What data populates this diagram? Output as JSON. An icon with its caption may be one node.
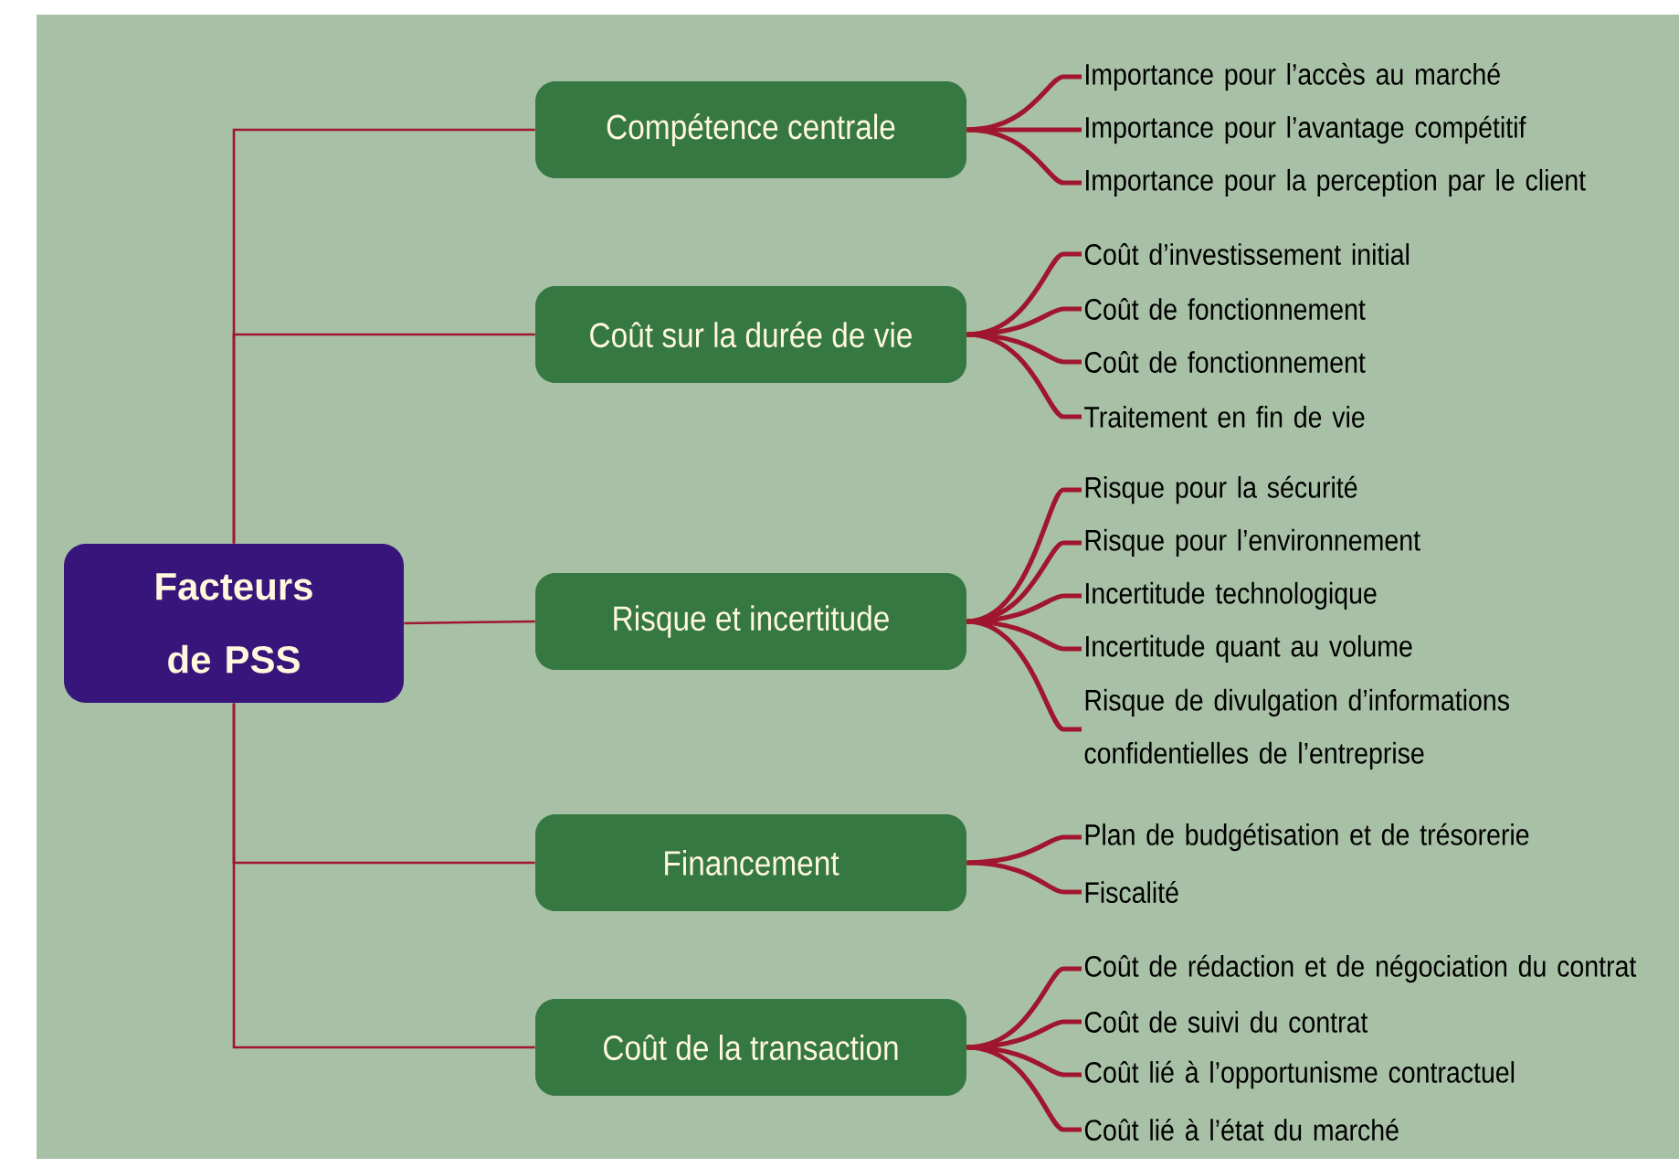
{
  "diagram": {
    "nodes": [
      {
        "text": [
          "Facteurs de PSS"
        ]
      },
      {
        "text": [
          "Compétence centrale"
        ]
      },
      {
        "text": [
          "Importance pour l’accès au marché"
        ]
      },
      {
        "text": [
          "Importance pour l’avantage compétitif"
        ]
      },
      {
        "text": [
          "Importance pour la perception par le client"
        ]
      },
      {
        "text": [
          "Coût sur la durée de vie"
        ]
      },
      {
        "text": [
          "Coût d’investissement initial"
        ]
      },
      {
        "text": [
          "Coût de fonctionnement"
        ]
      },
      {
        "text": [
          "Coût de fonctionnement"
        ]
      },
      {
        "text": [
          "Traitement en fin de vie"
        ]
      },
      {
        "text": [
          "Risque et incertitude"
        ]
      },
      {
        "text": [
          "Risque pour la sécurité"
        ]
      },
      {
        "text": [
          "Risque pour l’environnement"
        ]
      },
      {
        "text": [
          "Incertitude technologique"
        ]
      },
      {
        "text": [
          "Incertitude quant au volume"
        ]
      },
      {
        "text": [
          "Risque de divulgation d’informations confidentielles de l’entreprise"
        ]
      },
      {
        "text": [
          "Financement"
        ]
      },
      {
        "text": [
          "Plan de budgétisation et de trésorerie"
        ]
      },
      {
        "text": [
          "Fiscalité"
        ]
      },
      {
        "text": [
          "Coût de la transaction"
        ]
      },
      {
        "text": [
          "Coût de rédaction et de négociation du contrat"
        ]
      },
      {
        "text": [
          "Coût de suivi du contrat"
        ]
      },
      {
        "text": [
          "Coût lié à l’opportunisme contractuel"
        ]
      },
      {
        "text": [
          "Coût lié à l’état du marché"
        ]
      }
    ],
    "edges": [
      {
        "from": 0,
        "to": 1,
        "arrow": "none"
      },
      {
        "from": 0,
        "to": 5,
        "arrow": "none"
      },
      {
        "from": 0,
        "to": 10,
        "arrow": "none"
      },
      {
        "from": 0,
        "to": 16,
        "arrow": "none"
      },
      {
        "from": 0,
        "to": 19,
        "arrow": "none"
      },
      {
        "from": 1,
        "to": 2,
        "arrow": "none"
      },
      {
        "from": 1,
        "to": 3,
        "arrow": "none"
      },
      {
        "from": 1,
        "to": 4,
        "arrow": "none"
      },
      {
        "from": 5,
        "to": 6,
        "arrow": "none"
      },
      {
        "from": 5,
        "to": 7,
        "arrow": "none"
      },
      {
        "from": 5,
        "to": 8,
        "arrow": "none"
      },
      {
        "from": 5,
        "to": 9,
        "arrow": "none"
      },
      {
        "from": 10,
        "to": 11,
        "arrow": "none"
      },
      {
        "from": 10,
        "to": 12,
        "arrow": "none"
      },
      {
        "from": 10,
        "to": 13,
        "arrow": "none"
      },
      {
        "from": 10,
        "to": 14,
        "arrow": "none"
      },
      {
        "from": 10,
        "to": 15,
        "arrow": "none"
      },
      {
        "from": 16,
        "to": 17,
        "arrow": "none"
      },
      {
        "from": 16,
        "to": 18,
        "arrow": "none"
      },
      {
        "from": 19,
        "to": 20,
        "arrow": "none"
      },
      {
        "from": 19,
        "to": 21,
        "arrow": "none"
      },
      {
        "from": 19,
        "to": 22,
        "arrow": "none"
      },
      {
        "from": 19,
        "to": 23,
        "arrow": "none"
      }
    ]
  }
}
